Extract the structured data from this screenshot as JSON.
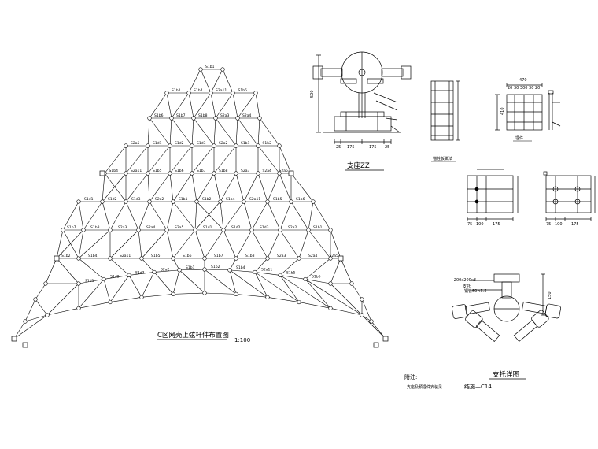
{
  "drawing": {
    "truss_plan_title": "C区网壳上弦杆件布置图",
    "truss_plan_scale": "1:100",
    "support_zz_title": "支座ZZ",
    "embed_title": "锚栓板做法",
    "plate_title": "埋件",
    "support_detail_title": "支托详图",
    "note_label": "附注:",
    "note_text": "支座及预埋件安装见",
    "note_ref": "结施—C14.",
    "dim_500": "500",
    "dim_25a": "25",
    "dim_175a": "175",
    "dim_175b": "175",
    "dim_25b": "25",
    "dim_75": "75",
    "dim_100": "100",
    "dim_175c": "175",
    "dim_75r": "75",
    "dim_100r": "100",
    "dim_175r": "175",
    "dim_150": "150",
    "dim_410": "410",
    "dim_470": "470",
    "dim_top": "20 30 300 30 20",
    "detail_plate": "-200x200x8",
    "detail_pipe": "钢管60×3.5",
    "detail_support": "支托",
    "member_labels": [
      "S1b1",
      "S1b2",
      "S1b4",
      "S2a11",
      "S1b5",
      "S1b6",
      "S1b7",
      "S1b8",
      "S2a3",
      "S2a4",
      "S2a5",
      "S1d1",
      "S1d2",
      "S1d3",
      "S2a2"
    ]
  }
}
